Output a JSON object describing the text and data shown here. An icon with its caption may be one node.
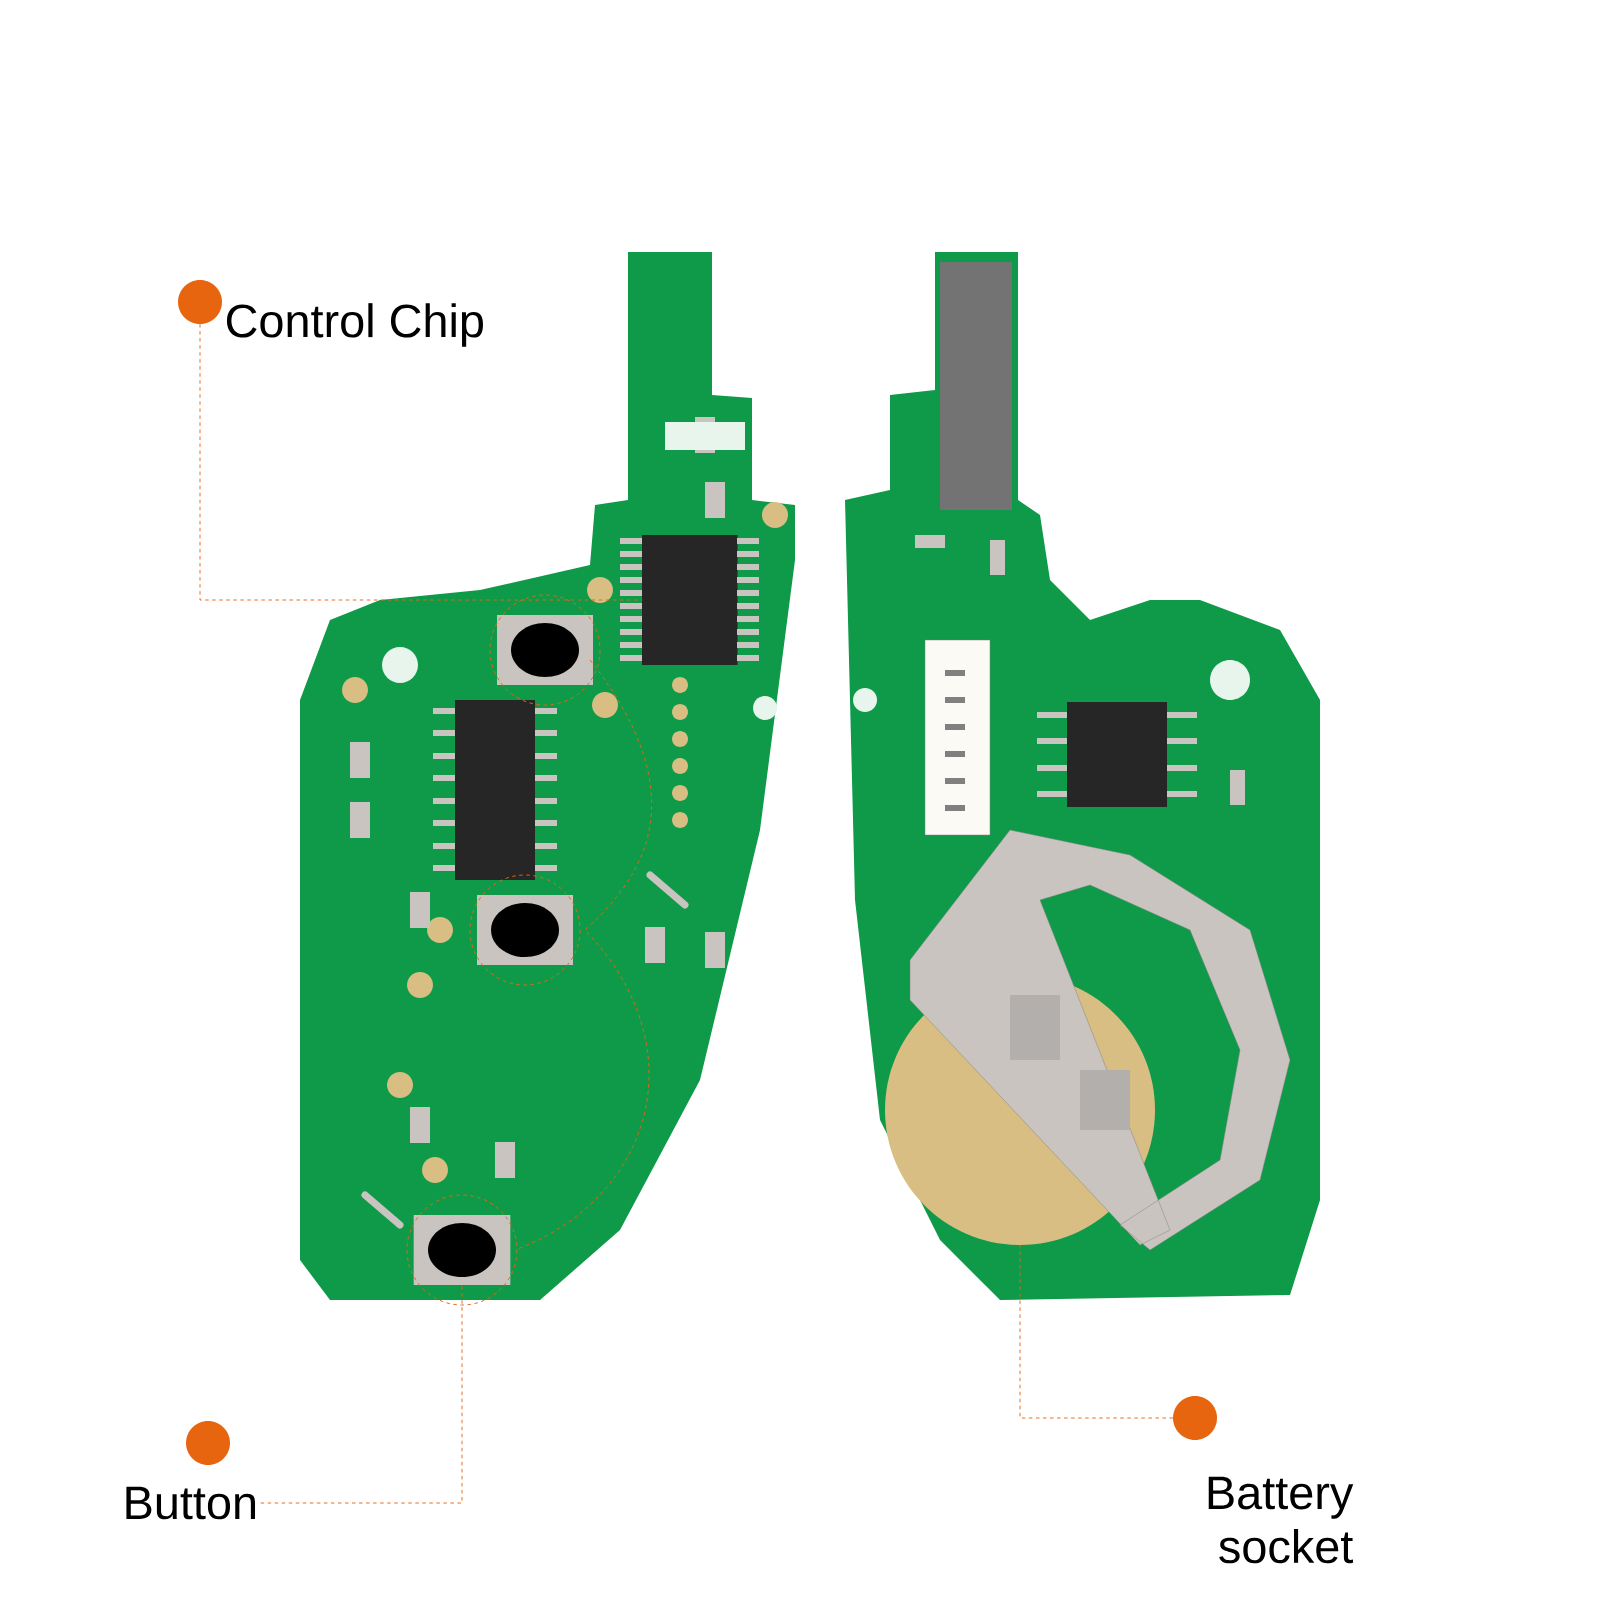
{
  "diagram": {
    "nodes": [
      {
        "text": [
          "Control Chip"
        ]
      },
      {
        "text": [],
        "shape": "box"
      },
      {
        "text": [
          "Button"
        ]
      },
      {
        "text": [],
        "shape": "box"
      },
      {
        "text": [
          "Battery socket"
        ]
      },
      {
        "text": [],
        "shape": "picture"
      }
    ],
    "edges": [
      {
        "from": 0,
        "to": 1,
        "arrow": "none",
        "style": "dashed"
      },
      {
        "from": 2,
        "to": 3,
        "arrow": "none",
        "style": "dashed"
      },
      {
        "from": 4,
        "to": 5,
        "arrow": "none",
        "style": "dashed"
      }
    ]
  }
}
